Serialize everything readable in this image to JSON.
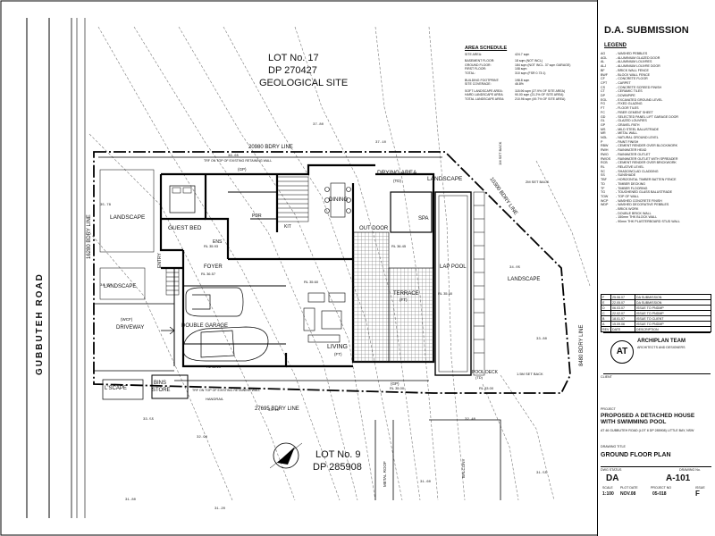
{
  "title_block": {
    "stamp": "D.A. SUBMISSION",
    "legend_title": "LEGEND",
    "legend": [
      [
        "AG",
        "- WASHED PEBBLES"
      ],
      [
        "AGL",
        "- ALUMINIUM GLAZED DOOR"
      ],
      [
        "AL",
        "- ALUMINIUM LOUVRES"
      ],
      [
        "ALJ",
        "- ALUMINIUM LOUVRE DOOR"
      ],
      [
        "BF",
        "- BRICK WALL FENCE"
      ],
      [
        "BWF",
        "- BLOCK WALL FENCE"
      ],
      [
        "CF",
        "- CONCRETE FLOOR"
      ],
      [
        "CPT",
        "- CARPET"
      ],
      [
        "CS",
        "- CONCRETE SCREED FINISH"
      ],
      [
        "CT",
        "- CERAMIC TILES"
      ],
      [
        "DP",
        "- DOWNPIPE"
      ],
      [
        "EGL",
        "- EXCAVATED GROUND LEVEL"
      ],
      [
        "FG",
        "- FIXED GLAZING"
      ],
      [
        "FT",
        "- FLOOR TILES"
      ],
      [
        "FC",
        "- FIBER CEMENT SHEET"
      ],
      [
        "GD",
        "- SELECTED PANEL LIFT GARAGE DOOR"
      ],
      [
        "GL",
        "- GLAZED LOUVRES"
      ],
      [
        "GP",
        "- GRAVEL PATH"
      ],
      [
        "MS",
        "- MILD STEEL BALUSTRADE"
      ],
      [
        "MR",
        "- METAL WALL"
      ],
      [
        "NGL",
        "- NATURAL GROUND LEVEL"
      ],
      [
        "P",
        "- PAINT FINISH"
      ],
      [
        "RBW",
        "- CEMENT RENDER OVER BLOCKWORK"
      ],
      [
        "RWH",
        "- RAINWATER HEAD"
      ],
      [
        "RWO",
        "- RAINWATER OUTLET"
      ],
      [
        "RWOS",
        "- RAINWATER OUTLET WITH SPREADER"
      ],
      [
        "RCB",
        "- CEMENT RENDER OVER BRICKWORK"
      ],
      [
        "RL",
        "- RELATIVE LEVEL"
      ],
      [
        "SC",
        "- SHADOWCLAD CLADDING"
      ],
      [
        "SS",
        "- SUNSHADE"
      ],
      [
        "TBF",
        "- HORIZONTAL TIMBER BATTEN FENCE"
      ],
      [
        "TD",
        "- TIMBER DECKING"
      ],
      [
        "TF",
        "- TIMBER FLOORING"
      ],
      [
        "TG",
        "- TOUGHENED GLASS BALUSTRADE"
      ],
      [
        "TOW",
        "- TOP OF WALL"
      ],
      [
        "WCP",
        "- WASHED CONCRETE FINISH"
      ],
      [
        "WDP",
        "- WASHED DECORATIVE PEBBLES"
      ],
      [
        "",
        "- BRICK WORK"
      ],
      [
        "",
        "- DOUBLE BRICK WALL"
      ],
      [
        "",
        "- 150mm THK BLOCK WALL"
      ],
      [
        "",
        "- 90mm THK PLASTERBOARD STUD WALL"
      ]
    ],
    "revisions": [
      [
        "F",
        "25.06.07",
        "DA SUBMISSION"
      ],
      [
        "E",
        "22.05.07",
        "DA SUBMISSION"
      ],
      [
        "D",
        "06.03.07",
        "ISSUE TO PNDMP"
      ],
      [
        "C",
        "22.02.07",
        "ISSUE TO PNDMP"
      ],
      [
        "B",
        "18.01.07",
        "ISSUE TO CLIENT"
      ],
      [
        "A",
        "15.09.06",
        "ISSUE TO PNDMP"
      ],
      [
        "REV",
        "DATE",
        "DESCRIPTION"
      ]
    ],
    "firm": "ARCHIPLAN TEAM",
    "firm_sub": "ARCHITECTS AND DESIGNERS",
    "client_label": "CLIENT",
    "project_label": "PROJECT",
    "project": "PROPOSED A DETACHED HOUSE WITH SWIMMING POOL",
    "project_address": "AT 46 GUBBUTEH ROAD (LOT 8 DP 285908) LITTLE BAY, NSW",
    "drawing_title_label": "DRAWING TITLE",
    "drawing_title": "GROUND FLOOR PLAN",
    "status_label": "DWG STATUS",
    "status": "DA",
    "drawing_no_label": "DRAWING No.",
    "drawing_no": "A-101",
    "scale_label": "SCALE",
    "scale": "1:100",
    "date_label": "PLOT DATE",
    "date": "NOV.08",
    "project_no_label": "PROJECT NO",
    "project_no": "05-018",
    "issue_label": "ISSUE",
    "issue": "F"
  },
  "area_schedule": {
    "title": "AREA SCHEDULE",
    "rows": [
      [
        "SITE AREA:",
        "424.7 sqm"
      ],
      [
        "BASEMENT FLOOR:",
        "18 sqm (NOT INCL)"
      ],
      [
        "GROUND FLOOR:",
        "184 sqm (NOT INCL. 37 sqm GARAGE)"
      ],
      [
        "FIRST FLOOR:",
        "108 sqm"
      ],
      [
        "TOTAL:",
        "310 sqm (FSR 0.73:1)"
      ],
      [
        "BUILDING FOOTPRINT:",
        "198.8 sqm"
      ],
      [
        "SITE COVERAGE:",
        "46.8%"
      ],
      [
        "SOFT LANDSCAPE AREA:",
        "118.96 sqm (27.9% OF SITE AREA)"
      ],
      [
        "HARD LANDSCAPE AREA:",
        "90.00 sqm (21.2% OF SITE AREA)"
      ],
      [
        "TOTAL LANDSCAPE AREA:",
        "210.96 sqm (49.7% OF SITE AREA)"
      ]
    ]
  },
  "site": {
    "road": "GUBBUTEH ROAD",
    "lot_north": [
      "LOT No. 17",
      "DP 270427",
      "GEOLOGICAL SITE"
    ],
    "lot_south": [
      "LOT No. 9",
      "DP 285908"
    ],
    "boundary_top": "20980 BDRY LINE",
    "boundary_bottom": "27695 BDRY LINE",
    "boundary_left": "16280 BDRY LINE",
    "boundary_right_top": "10300 BDRY LINE",
    "boundary_right": "8480 BDRY LINE",
    "retaining_top": "TRF ON TOP OF EXISTING RETAINING WALL",
    "retaining_bottom": "TRF ON TOP OF EXISTING RETAINING WALL",
    "setback_2m": "2M SET BACK",
    "setback_15m": "1.5M SET BACK",
    "setback_1m": "1M SET BACK"
  },
  "rooms": {
    "landscape_nw": "LANDSCAPE",
    "guest_bed": "GUEST BED",
    "ens": "ENS",
    "pdr": "PDR",
    "kit": "KIT",
    "dining": "DINING",
    "drying_area": "DRYING AREA",
    "drying_code": "(TD)",
    "landscape_ne": "LANDSCAPE",
    "outdoor": "OUT DOOR",
    "spa": "SPA",
    "lap_pool": "LAP POOL",
    "terrace": "TERRACE",
    "terrace_code": "(FT)",
    "foyer": "FOYER",
    "entry": "ENTRY",
    "landscape_w": "LANDSCAPE",
    "driveway": "DRIVEWAY",
    "driveway_code": "(WCF)",
    "garage": "DOUBLE GARAGE",
    "living": "LIVING",
    "living_code": "(FT)",
    "landscape_e": "LANDSCAPE",
    "pool_deck": "POOL DECK",
    "pool_deck_code": "(TD)",
    "lscape": "L'SCAPE",
    "bins": "BINS",
    "store": "STORE",
    "gp": "(GP)",
    "balcony": "BALCONY",
    "metal_roof": "METAL ROOF",
    "handrail": "HANDRAIL"
  },
  "levels": [
    "RL 35.93",
    "RL 35.60",
    "RL 36.57",
    "RL 36.10",
    "RL 35.00",
    "RL 33.00",
    "RL 36.45",
    "RL 35.50"
  ]
}
